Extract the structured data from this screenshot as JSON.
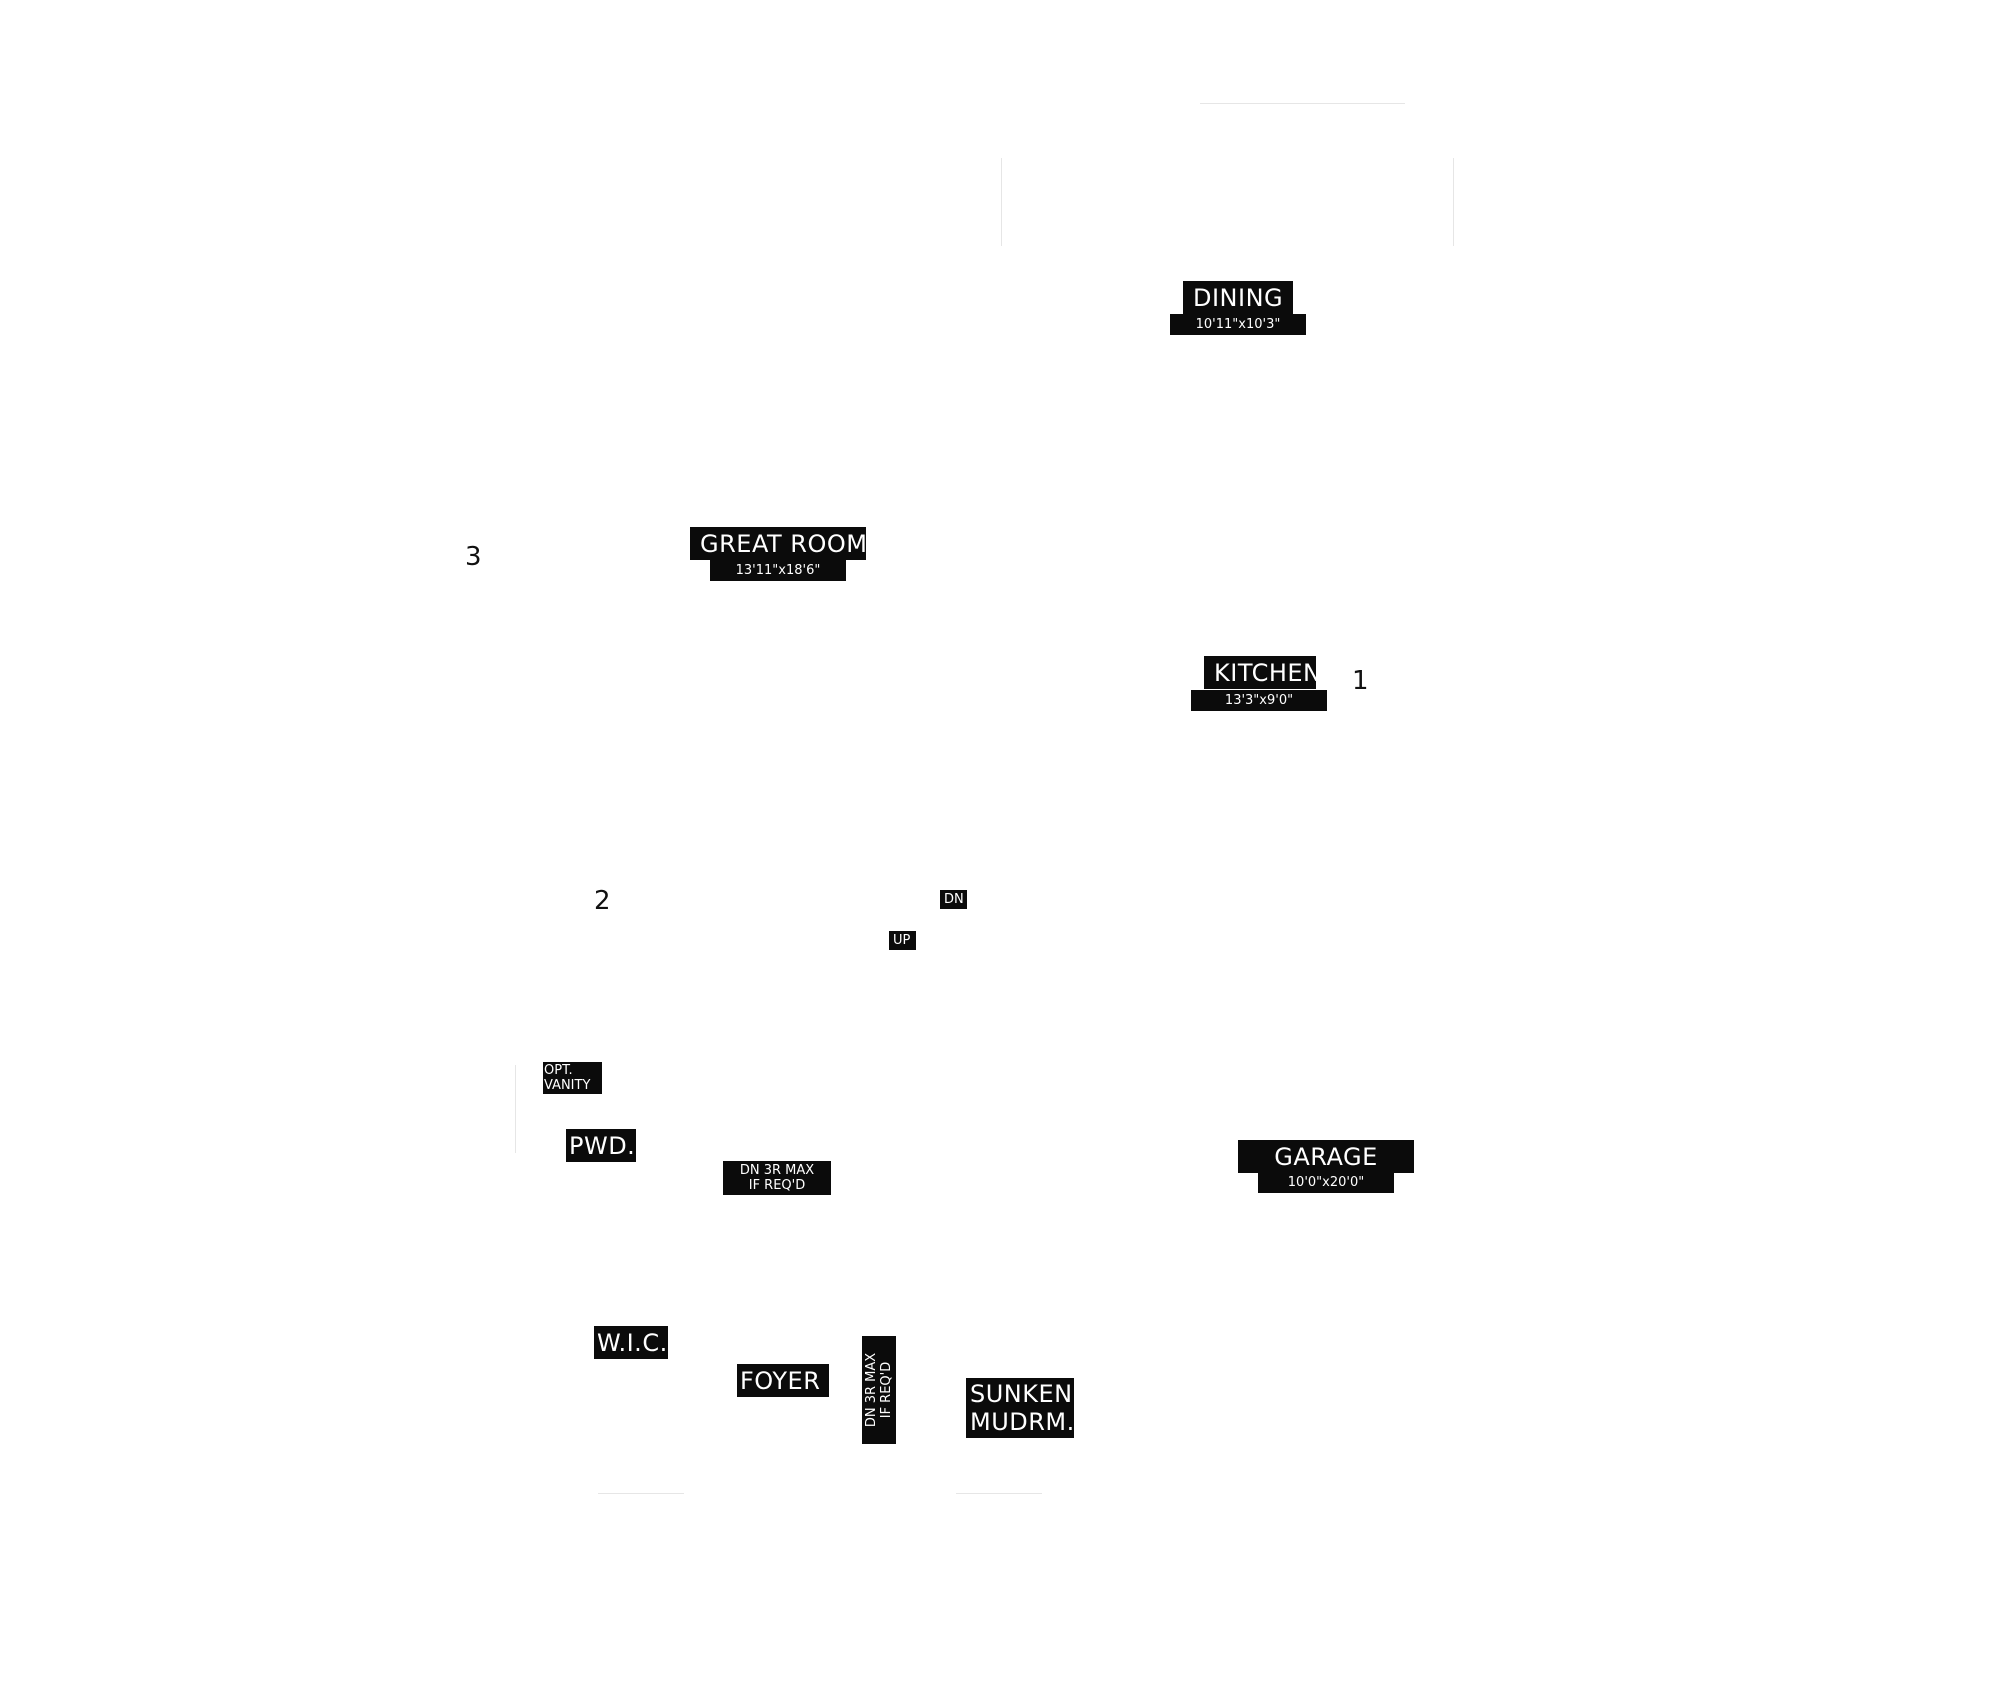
{
  "rooms": {
    "dining": {
      "name": "DINING",
      "size": "10'11\"x10'3\""
    },
    "great_room": {
      "name": "GREAT ROOM",
      "size": "13'11\"x18'6\""
    },
    "kitchen": {
      "name": "KITCHEN",
      "size": "13'3\"x9'0\""
    },
    "garage": {
      "name": "GARAGE",
      "size": "10'0\"x20'0\""
    },
    "pwd": {
      "name": "PWD."
    },
    "wic": {
      "name": "W.I.C."
    },
    "foyer": {
      "name": "FOYER"
    },
    "sunken_mudroom": {
      "line1": "SUNKEN",
      "line2": "MUDRM."
    }
  },
  "tags": {
    "opt_vanity": {
      "line1": "OPT.",
      "line2": "VANITY"
    },
    "stair_dn": "DN",
    "stair_up": "UP",
    "dn_3r_max_1": {
      "line1": "DN 3R MAX",
      "line2": "IF REQ'D"
    },
    "dn_3r_max_2": {
      "line1": "DN 3R MAX",
      "line2": "IF REQ'D"
    }
  },
  "markers": {
    "one": "1",
    "two": "2",
    "three": "3"
  }
}
